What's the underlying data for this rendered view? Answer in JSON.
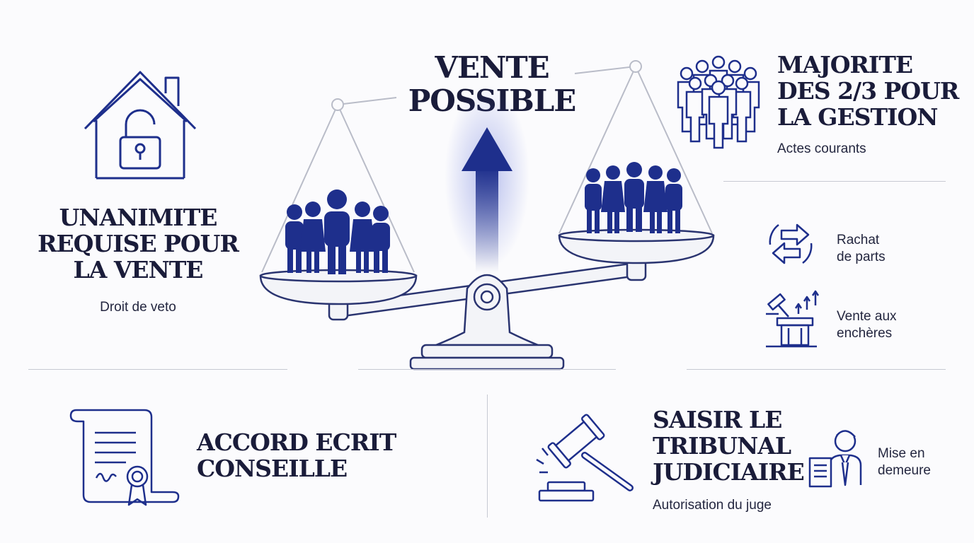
{
  "center": {
    "title_line1": "VENTE",
    "title_line2": "POSSIBLE"
  },
  "left_block": {
    "title_line1": "UNANIMITE",
    "title_line2": "REQUISE POUR",
    "title_line3": "LA VENTE",
    "subtitle": "Droit de veto"
  },
  "right_block": {
    "title_line1": "MAJORITE",
    "title_line2": "DES 2/3 POUR",
    "title_line3": "LA GESTION",
    "subtitle": "Actes courants"
  },
  "options": [
    {
      "line1": "Rachat",
      "line2": "de parts",
      "icon": "exchange-arrows-icon"
    },
    {
      "line1": "Vente aux",
      "line2": "enchères",
      "icon": "auction-icon"
    }
  ],
  "bottom_left": {
    "title_line1": "ACCORD ECRIT",
    "title_line2": "CONSEILLE",
    "icon": "certificate-scroll-icon"
  },
  "bottom_right": {
    "title_line1": "SAISIR LE",
    "title_line2": "TRIBUNAL",
    "title_line3": "JUDICIAIRE",
    "subtitle": "Autorisation du juge",
    "aside_line1": "Mise en",
    "aside_line2": "demeure",
    "icons": [
      "gavel-icon",
      "lawyer-icon"
    ]
  },
  "colors": {
    "navy": "#1e2f8c",
    "ink": "#1a1c3a",
    "line": "#c7c9d2",
    "outline": "#2a3470"
  }
}
